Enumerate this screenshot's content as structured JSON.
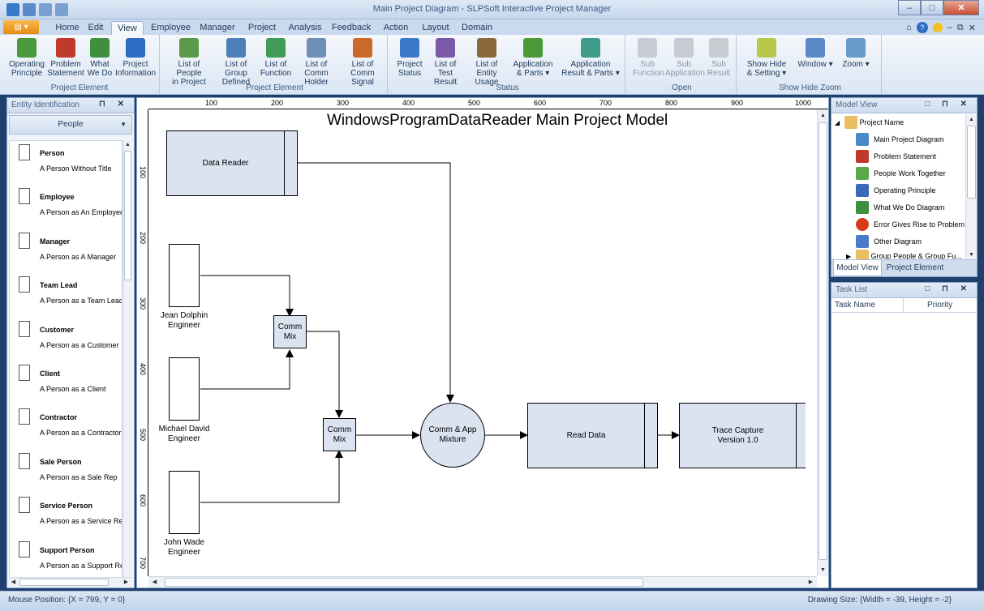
{
  "window": {
    "title": "Main Project Diagram - SLPSoft Interactive Project Manager",
    "minimize_glyph": "–",
    "maximize_glyph": "□",
    "close_glyph": "✕"
  },
  "ribbon_tabs": [
    {
      "label": "Home",
      "active": false
    },
    {
      "label": "Edit",
      "active": false
    },
    {
      "label": "View",
      "active": true
    },
    {
      "label": "Employee",
      "active": false
    },
    {
      "label": "Manager",
      "active": false
    },
    {
      "label": "Project",
      "active": false
    },
    {
      "label": "Analysis",
      "active": false
    },
    {
      "label": "Feedback",
      "active": false
    },
    {
      "label": "Action",
      "active": false
    },
    {
      "label": "Layout",
      "active": false
    },
    {
      "label": "Domain",
      "active": false
    }
  ],
  "tabbar_right": {
    "caret": "⌂",
    "help_glyph": "?",
    "minimize": "–",
    "restore": "⧉",
    "close": "✕"
  },
  "ribbon_groups": [
    {
      "label": "Project Element",
      "buttons": [
        {
          "label1": "Operating",
          "label2": "Principle",
          "icon": "operating-principle-icon",
          "color": "#4a9a3a"
        },
        {
          "label1": "Problem",
          "label2": "Statement",
          "icon": "problem-statement-icon",
          "color": "#c0392b"
        },
        {
          "label1": "What",
          "label2": "We Do",
          "icon": "what-we-do-icon",
          "color": "#3e8f3e"
        },
        {
          "label1": "Project",
          "label2": "Information",
          "icon": "project-information-icon",
          "color": "#2b6cc4"
        }
      ]
    },
    {
      "label": "Project Element",
      "buttons": [
        {
          "label1": "List of People",
          "label2": "in Project",
          "icon": "list-people-icon",
          "color": "#5a9a4a"
        },
        {
          "label1": "List of Group",
          "label2": "Defined",
          "icon": "list-group-icon",
          "color": "#4c7fb8"
        },
        {
          "label1": "List of",
          "label2": "Function",
          "icon": "list-function-icon",
          "color": "#3f9b55"
        },
        {
          "label1": "List of",
          "label2": "Comm Holder",
          "icon": "list-comm-holder-icon",
          "color": "#6e8fb8"
        },
        {
          "label1": "List of",
          "label2": "Comm Signal",
          "icon": "list-comm-signal-icon",
          "color": "#c96a2a"
        }
      ]
    },
    {
      "label": "Status",
      "buttons": [
        {
          "label1": "Project",
          "label2": "Status",
          "icon": "project-status-icon",
          "color": "#3a78c8"
        },
        {
          "label1": "List of",
          "label2": "Test Result",
          "icon": "test-result-icon",
          "color": "#7a5aa8"
        },
        {
          "label1": "List of",
          "label2": "Entity Usage",
          "icon": "entity-usage-icon",
          "color": "#8a6a3a"
        },
        {
          "label1": "Application",
          "label2": "& Parts ▾",
          "icon": "application-parts-icon",
          "color": "#4a9a3a"
        },
        {
          "label1": "Application",
          "label2": "Result & Parts ▾",
          "icon": "application-result-icon",
          "color": "#3f9b8a"
        }
      ]
    },
    {
      "label": "Open",
      "buttons": [
        {
          "label1": "Sub",
          "label2": "Function",
          "icon": "sub-function-icon",
          "color": "#9aa4b0",
          "disabled": true
        },
        {
          "label1": "Sub",
          "label2": "Application",
          "icon": "sub-application-icon",
          "color": "#9aa4b0",
          "disabled": true
        },
        {
          "label1": "Sub",
          "label2": "Result",
          "icon": "sub-result-icon",
          "color": "#9aa4b0",
          "disabled": true
        }
      ]
    },
    {
      "label": "Show Hide Zoom",
      "buttons": [
        {
          "label1": "Show Hide",
          "label2": "& Setting ▾",
          "icon": "show-hide-icon",
          "color": "#b8c84a"
        },
        {
          "label1": "Window ▾",
          "label2": "",
          "icon": "window-icon",
          "color": "#5a8ac8"
        },
        {
          "label1": "Zoom ▾",
          "label2": "",
          "icon": "zoom-icon",
          "color": "#6a9ac8"
        }
      ]
    }
  ],
  "entity_panel": {
    "title": "Entity Identification",
    "dropdown": "People",
    "items": [
      {
        "name": "Person",
        "desc": "A Person Without Title"
      },
      {
        "name": "Employee",
        "desc": "A Person as An Employee"
      },
      {
        "name": "Manager",
        "desc": "A Person as A Manager"
      },
      {
        "name": "Team Lead",
        "desc": "A Person as a Team Lead"
      },
      {
        "name": "Customer",
        "desc": "A Person as a Customer"
      },
      {
        "name": "Client",
        "desc": "A Person as a Client"
      },
      {
        "name": "Contractor",
        "desc": "A Person as a Contractor"
      },
      {
        "name": "Sale Person",
        "desc": "A Person as a Sale Rep"
      },
      {
        "name": "Service Person",
        "desc": "A Person as a Service Re"
      },
      {
        "name": "Support Person",
        "desc": "A Person as a Support Re"
      }
    ]
  },
  "ruler": {
    "h_labels": [
      "100",
      "200",
      "300",
      "400",
      "500",
      "600",
      "700",
      "800",
      "900",
      "1000"
    ],
    "v_labels": [
      "100",
      "200",
      "300",
      "400",
      "500",
      "600",
      "700"
    ]
  },
  "diagram": {
    "title": "WindowsProgramDataReader Main Project Model",
    "data_reader": "Data Reader",
    "actors": [
      {
        "name": "Jean Dolphin",
        "role": "Engineer"
      },
      {
        "name": "Michael David",
        "role": "Engineer"
      },
      {
        "name": "John Wade",
        "role": "Engineer"
      }
    ],
    "mix1": {
      "line1": "Comm",
      "line2": "Mix"
    },
    "mix2": {
      "line1": "Comm",
      "line2": "Mix"
    },
    "mixture": {
      "line1": "Comm & App",
      "line2": "Mixture"
    },
    "read_data": "Read Data",
    "trace": {
      "line1": "Trace Capture",
      "line2": "Version 1.0"
    }
  },
  "model_view": {
    "title": "Model View",
    "root": "Project Name",
    "items": [
      {
        "label": "Main Project Diagram",
        "icon": "main-diagram-icon",
        "color": "#4a8ac8"
      },
      {
        "label": "Problem Statement",
        "icon": "problem-statement-icon",
        "color": "#c0392b"
      },
      {
        "label": "People Work Together",
        "icon": "people-work-icon",
        "color": "#5aa84a"
      },
      {
        "label": "Operating Principle",
        "icon": "operating-principle-icon",
        "color": "#3a6ab8"
      },
      {
        "label": "What We Do Diagram",
        "icon": "what-we-do-icon",
        "color": "#3e8f3e"
      },
      {
        "label": "Error Gives Rise to Problem",
        "icon": "error-icon",
        "color": "#d63a1a"
      },
      {
        "label": "Other Diagram",
        "icon": "other-diagram-icon",
        "color": "#4a7ac8"
      }
    ],
    "group_item": "Group People & Group Fu...",
    "tabs": [
      "Model View",
      "Project Element"
    ]
  },
  "task_list": {
    "title": "Task List",
    "col1": "Task Name",
    "col2": "Priority"
  },
  "panel_controls": "□ ⊓ ✕",
  "status": {
    "mouse": "Mouse Position: {X = 799,  Y = 0}",
    "drawing": "Drawing Size: {Width = -39, Height = -2}"
  },
  "colors": {
    "shape_fill": "#dbe3f1",
    "ribbon_accent": "#e58a13"
  }
}
